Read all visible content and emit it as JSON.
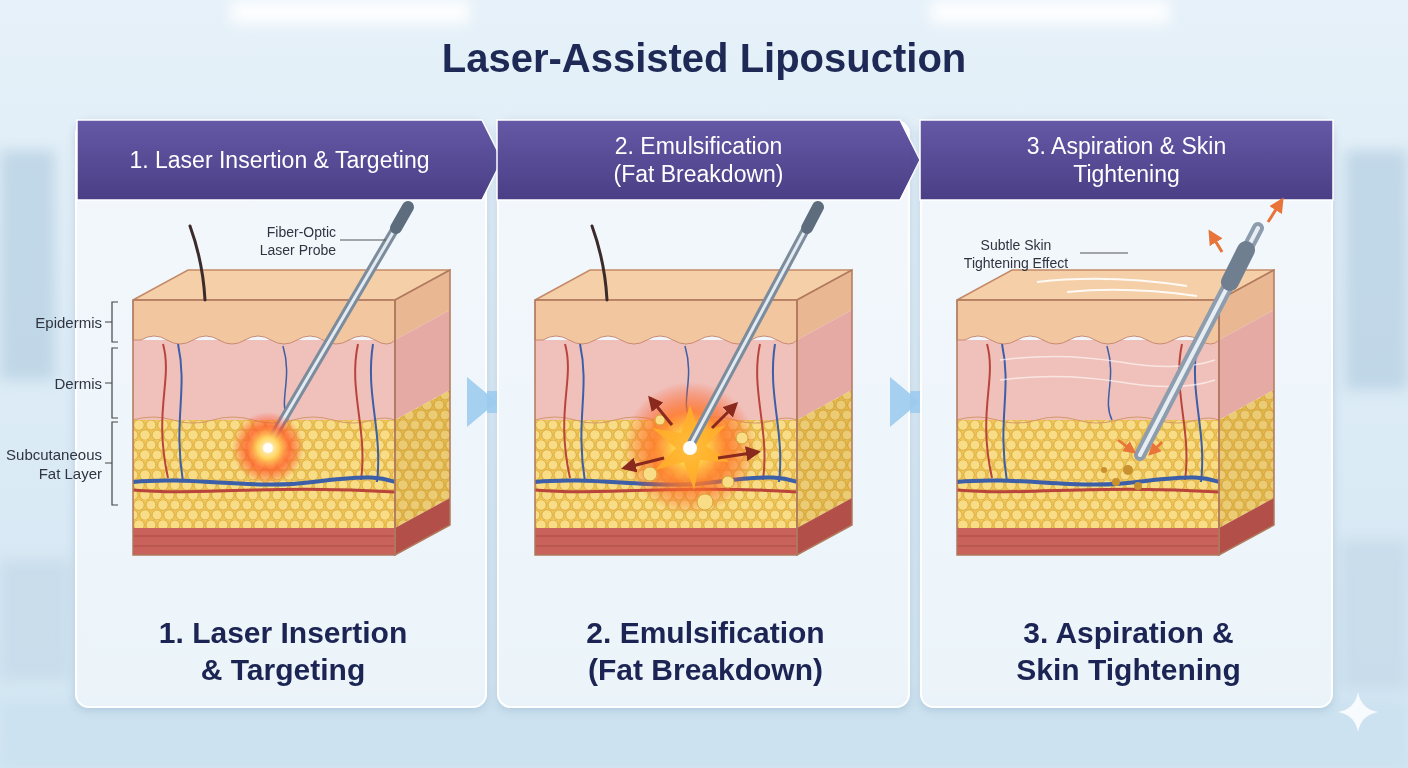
{
  "diagram": {
    "title": "Laser-Assisted Liposuction",
    "nodes": [
      {
        "text": [
          "1. Laser Insertion & Targeting"
        ]
      },
      {
        "text": [
          "1. Laser Insertion & Targeting"
        ],
        "in": 0
      },
      {
        "text": [
          "2. Emulsification (Fat Breakdown)"
        ]
      },
      {
        "text": [
          "2. Emulsification (Fat Breakdown)"
        ],
        "in": 2
      },
      {
        "text": [
          "3. Aspiration & Skin Tightening"
        ]
      },
      {
        "text": [
          "3. Aspiration & Skin Tightening"
        ],
        "in": 4
      }
    ],
    "edges": [
      {
        "from": 0,
        "to": 2,
        "arrow": "to"
      },
      {
        "from": 2,
        "to": 4,
        "arrow": "to"
      }
    ],
    "labels": [
      "Fiber-Optic Laser Probe",
      "Epidermis",
      "Dermis",
      "Subcutaneous Fat Layer",
      "Subtle Skin Tightening Effect"
    ]
  }
}
